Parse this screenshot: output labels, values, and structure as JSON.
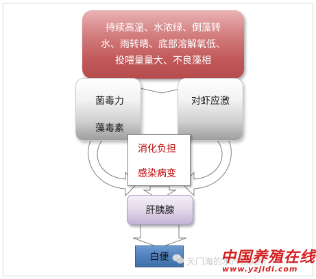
{
  "top_box": {
    "line1": "持续高温、水浓绿、倒藻转",
    "line2": "水、雨转晴、底部溶解氧低、",
    "line3": "投喂量量大、不良藻相"
  },
  "left_box": {
    "line1": "菌毒力",
    "line2": "藻毒素"
  },
  "right_box": {
    "label": "对虾应激"
  },
  "center_box": {
    "line1": "消化负担",
    "line2": "感染病变"
  },
  "liver_box": {
    "label": "肝胰腺"
  },
  "stool_box": {
    "label": "白便"
  },
  "watermark": {
    "source_text": "天门海的水产研究所",
    "brand_cn": "中国养殖在线",
    "brand_url": "www.yzjidi.com"
  },
  "colors": {
    "top_box": "#c25a5b",
    "center_text": "#c00000",
    "stool_box": "#4f81bd",
    "liver_box": "#c4b2d4",
    "brand": "#d32020"
  }
}
